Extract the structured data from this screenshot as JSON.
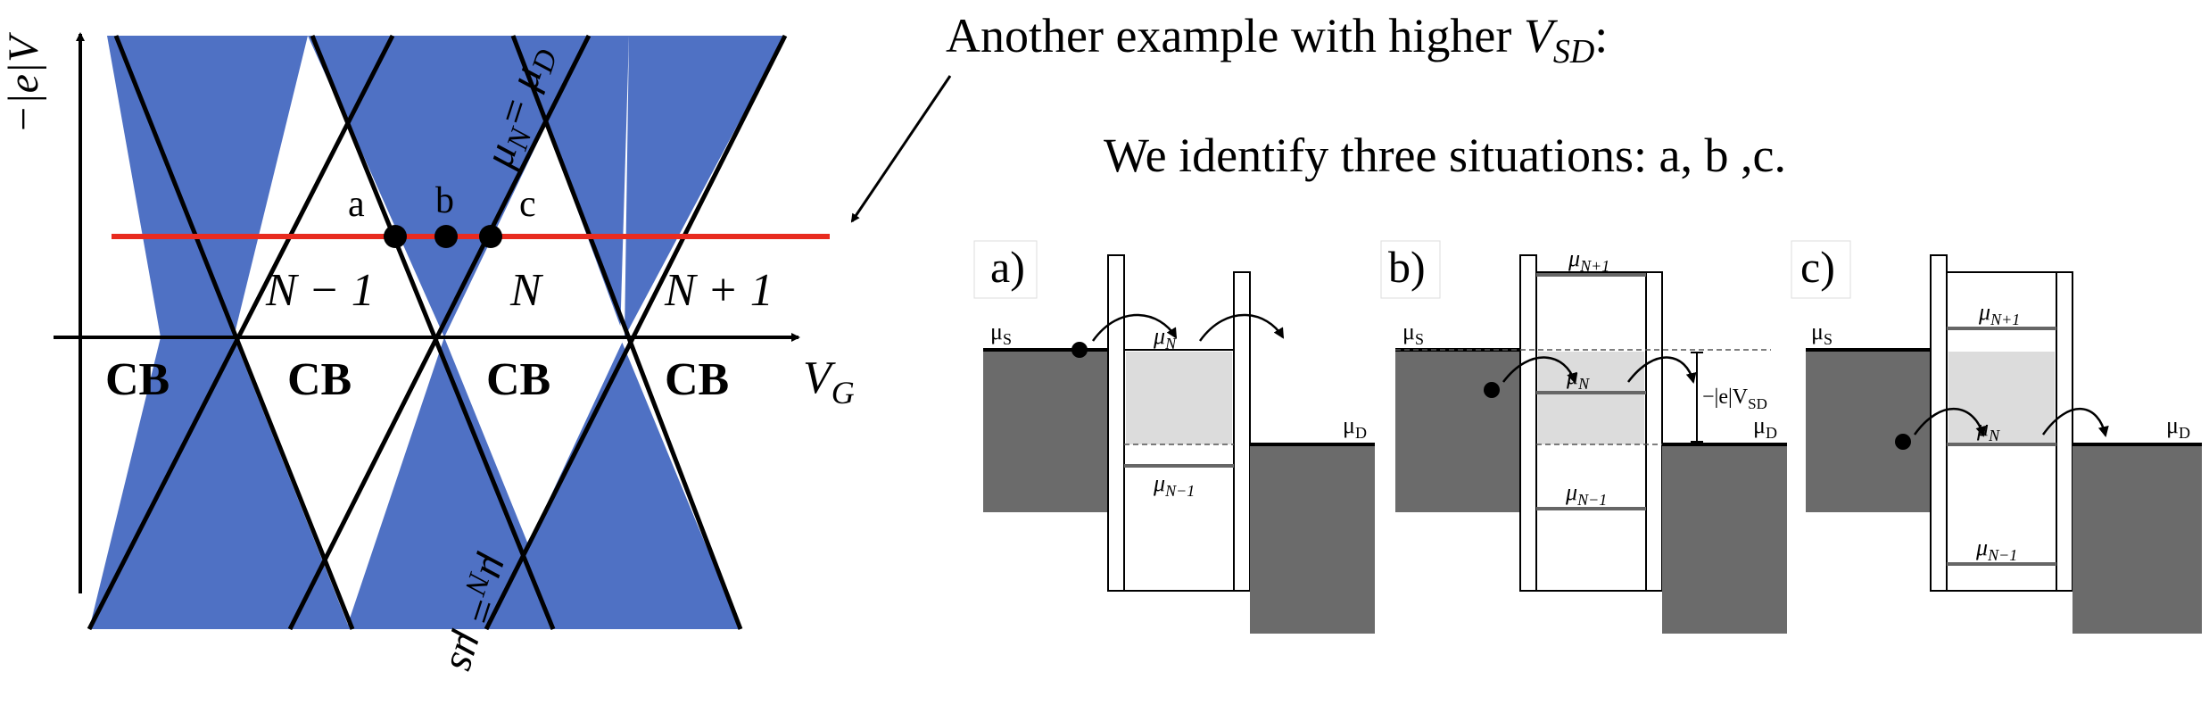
{
  "diagram": {
    "ylabel": "−|e|V",
    "xlabel": "V",
    "xlabel_sub": "G",
    "line_top_label": "μ",
    "line_top_label_sub": "N",
    "line_top_label_eq": "= μ",
    "line_top_label_eq_sub": "D",
    "line_bottom_label": "μ",
    "line_bottom_label_sub": "N",
    "line_bottom_label_eq": "= μs",
    "region_labels": [
      "N − 1",
      "N",
      "N + 1"
    ],
    "cb_label": "CB",
    "point_labels": [
      "a",
      "b",
      "c"
    ],
    "fill_color": "#4f71c4",
    "line_color": "#e82b1f"
  },
  "text": {
    "heading_pre": "Another example with higher ",
    "heading_var": "V",
    "heading_sub": "SD",
    "heading_post": ":",
    "subheading": "We identify three situations: a, b ,c."
  },
  "panels": [
    {
      "tag": "a)",
      "mu_s": "μ",
      "mu_s_sub": "S",
      "mu_d": "μ",
      "mu_d_sub": "D",
      "levels": [
        {
          "name": "μ",
          "sub": "N"
        },
        {
          "name": "μ",
          "sub": "N−1"
        }
      ]
    },
    {
      "tag": "b)",
      "mu_s": "μ",
      "mu_s_sub": "S",
      "mu_d": "μ",
      "mu_d_sub": "D",
      "bias_label": "−|e|V",
      "bias_sub": "SD",
      "levels": [
        {
          "name": "μ",
          "sub": "N+1"
        },
        {
          "name": "μ",
          "sub": "N"
        },
        {
          "name": "μ",
          "sub": "N−1"
        }
      ]
    },
    {
      "tag": "c)",
      "mu_s": "μ",
      "mu_s_sub": "S",
      "mu_d": "μ",
      "mu_d_sub": "D",
      "levels": [
        {
          "name": "μ",
          "sub": "N+1"
        },
        {
          "name": "μ",
          "sub": "N"
        },
        {
          "name": "μ",
          "sub": "N−1"
        }
      ]
    }
  ]
}
